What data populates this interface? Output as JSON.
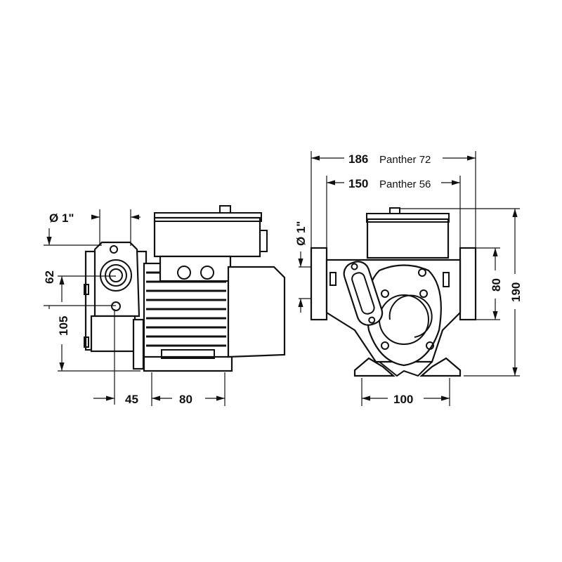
{
  "side_view": {
    "port_diameter": "Ø 1\"",
    "dim_62": "62",
    "dim_105": "105",
    "dim_45": "45",
    "dim_80": "80"
  },
  "front_view": {
    "port_diameter": "Ø 1\"",
    "width_a_value": "186",
    "width_a_model": "Panther 72",
    "width_b_value": "150",
    "width_b_model": "Panther 56",
    "dim_80": "80",
    "dim_190": "190",
    "dim_100": "100"
  }
}
